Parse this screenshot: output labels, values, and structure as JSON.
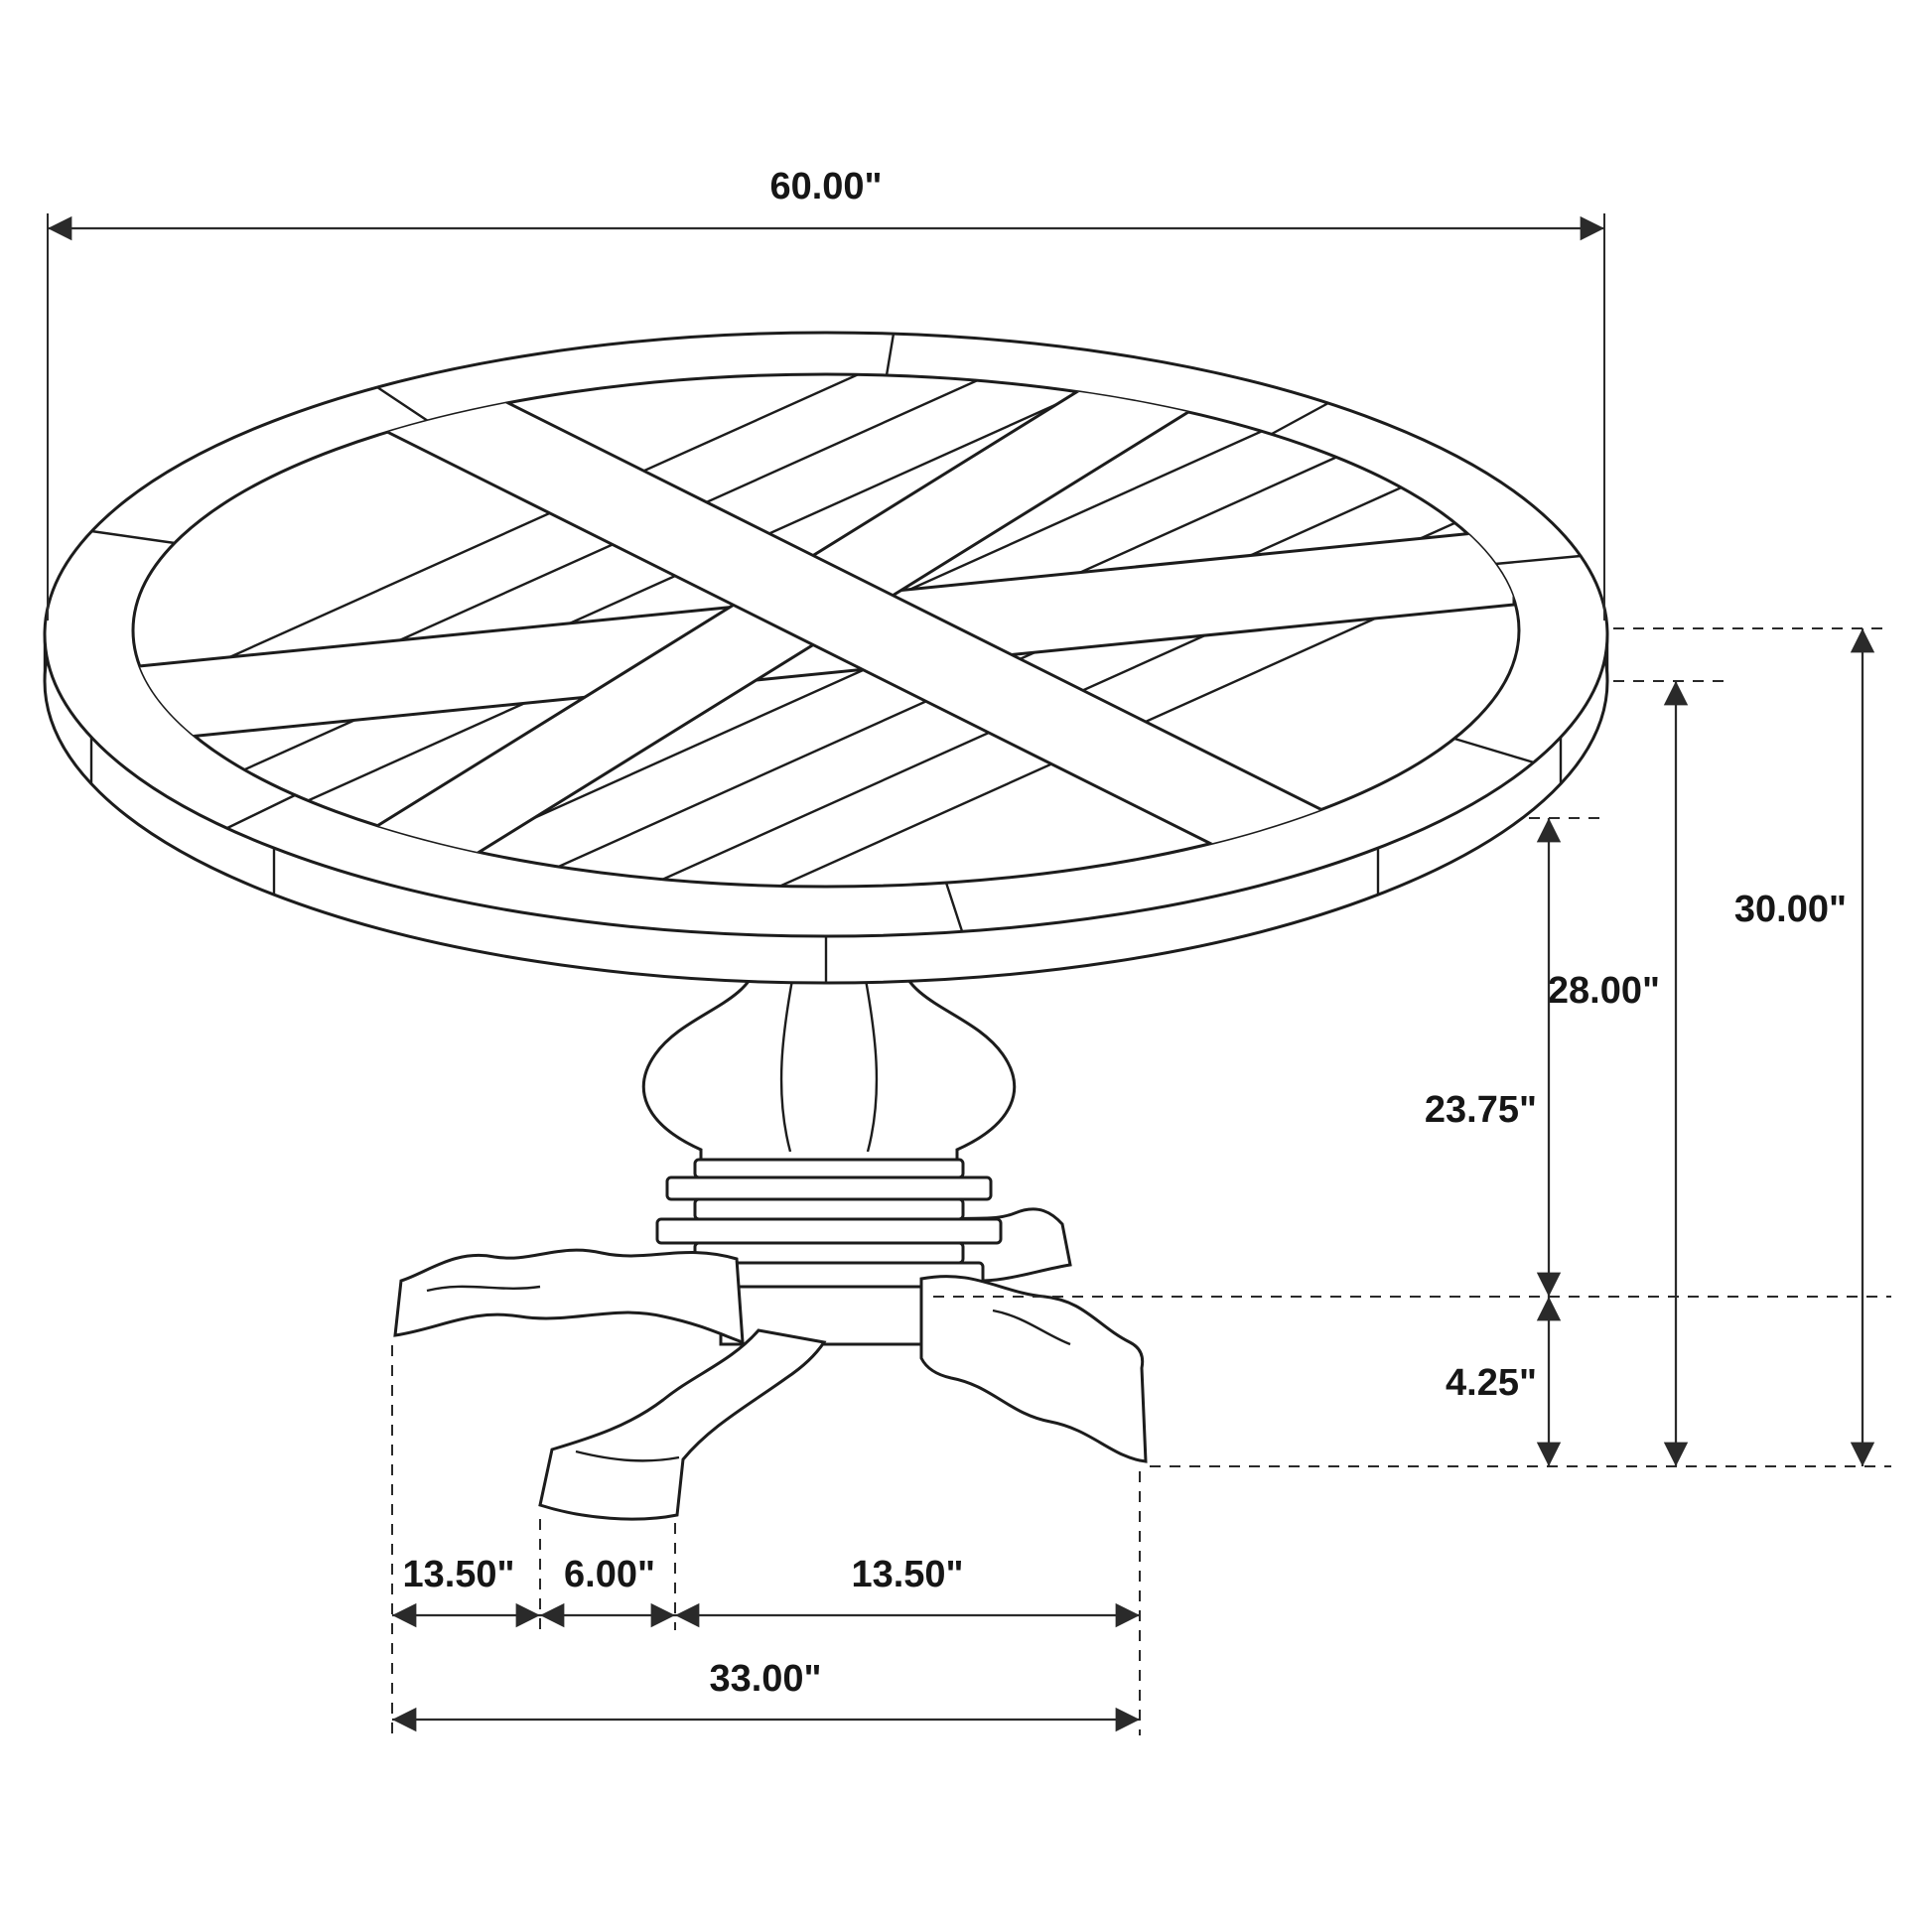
{
  "page": {
    "background_color": "#ffffff",
    "line_color": "#1c1c1c",
    "dimension_color": "#2a2a2a"
  },
  "diagram": {
    "subject": "round pedestal dining table dimension drawing",
    "dimensions": {
      "top_diameter": {
        "label": "60.00\"",
        "meaning": "table top diameter"
      },
      "overall_height": {
        "label": "30.00\"",
        "meaning": "floor to table top surface"
      },
      "underside_height": {
        "label": "28.00\"",
        "meaning": "floor to table top underside"
      },
      "pedestal_clearance": {
        "label": "23.75\"",
        "meaning": "base top to table underside"
      },
      "base_height": {
        "label": "4.25\"",
        "meaning": "floor to top of base"
      },
      "base_left_segment": {
        "label": "13.50\"",
        "meaning": "left foot span"
      },
      "base_center_segment": {
        "label": "6.00\"",
        "meaning": "center column span"
      },
      "base_right_segment": {
        "label": "13.50\"",
        "meaning": "right foot span"
      },
      "base_spread": {
        "label": "33.00\"",
        "meaning": "overall base spread"
      }
    }
  }
}
